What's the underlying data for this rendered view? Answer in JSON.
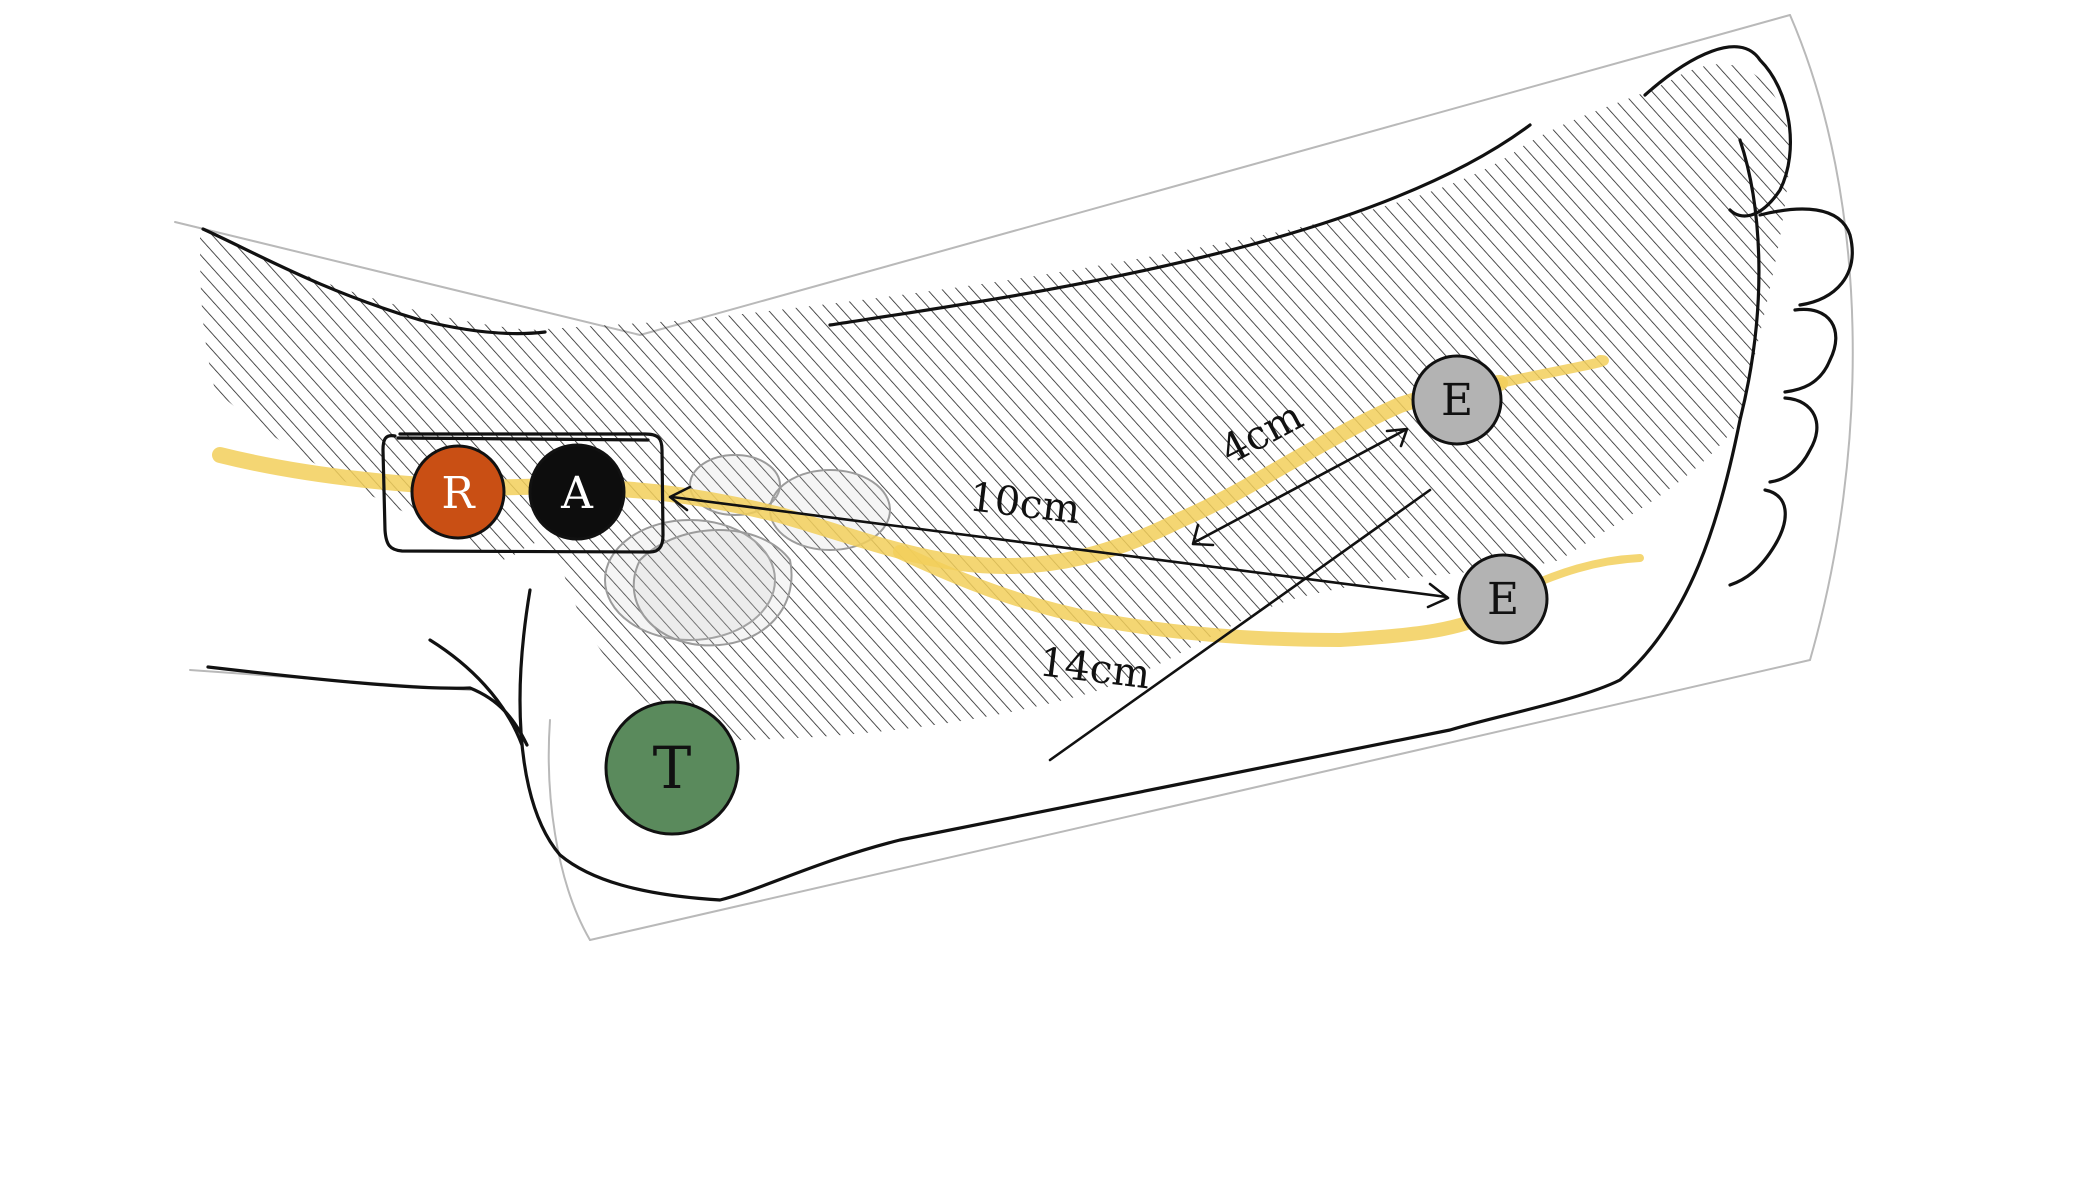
{
  "electrodes": {
    "recording": {
      "label": "R",
      "color": "#c94f14"
    },
    "active": {
      "label": "A",
      "color": "#0d0d0d"
    },
    "ground": {
      "label": "T",
      "color": "#5a8a5c"
    },
    "stimulation_1": {
      "label": "E",
      "color": "#b3b3b3"
    },
    "stimulation_2": {
      "label": "E",
      "color": "#b3b3b3"
    }
  },
  "distances": {
    "d1": "10cm",
    "d2": "4cm",
    "d3": "14cm"
  },
  "colors": {
    "nerve": "#f2cf5b",
    "outline": "#111111",
    "hatch": "#222222"
  }
}
